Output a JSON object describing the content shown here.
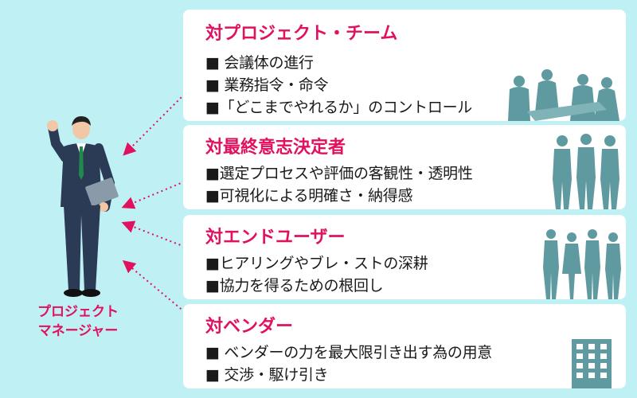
{
  "manager": {
    "label_line1": "プロジェクト",
    "label_line2": "マネージャー"
  },
  "cards": [
    {
      "title": "対プロジェクト・チーム",
      "lines": [
        "■ 会議体の進行",
        "■ 業務指令・命令",
        "■「どこまでやれるか」のコントロール"
      ]
    },
    {
      "title": "対最終意志決定者",
      "lines": [
        "■選定プロセスや評価の客観性・透明性",
        "■可視化による明確さ・納得感"
      ]
    },
    {
      "title": "対エンドユーザー",
      "lines": [
        "■ヒアリングやブレ・ストの深耕",
        "■協力を得るための根回し"
      ]
    },
    {
      "title": "対ベンダー",
      "lines": [
        "■ ベンダーの力を最大限引き出す為の用意",
        "■ 交渉・駆け引き"
      ]
    }
  ],
  "colors": {
    "background": "#bff0f3",
    "accent": "#e0115f",
    "silhouette": "#5f9aa0",
    "suit": "#2b3a55"
  },
  "icons": [
    "businessman-icon",
    "meeting-silhouette-icon",
    "executives-silhouette-icon",
    "users-silhouette-icon",
    "office-building-icon"
  ]
}
